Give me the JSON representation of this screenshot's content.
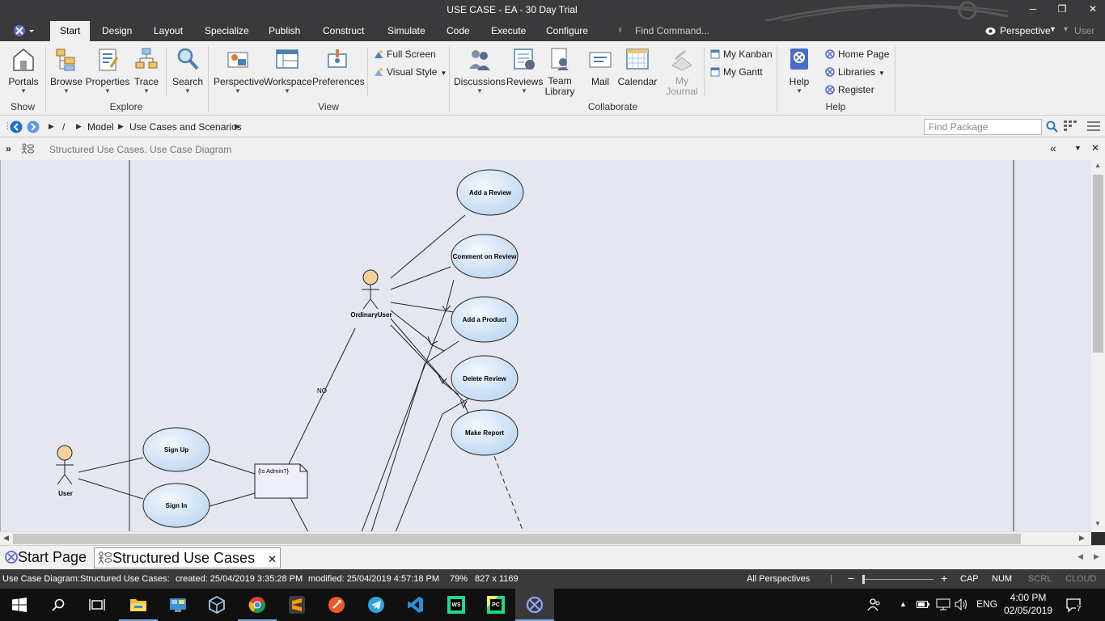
{
  "window": {
    "title": "USE CASE - EA - 30 Day Trial",
    "minimize": "─",
    "maximize": "❐",
    "close": "✕"
  },
  "ribbon_tabs": [
    "Start",
    "Design",
    "Layout",
    "Specialize",
    "Publish",
    "Construct",
    "Simulate",
    "Code",
    "Execute",
    "Configure"
  ],
  "find_command": "Find Command...",
  "perspective_label": "Perspective",
  "user_label": "User",
  "ribbon": {
    "show": {
      "portals": "Portals",
      "group": "Show"
    },
    "explore": {
      "browse": "Browse",
      "properties": "Properties",
      "trace": "Trace",
      "search": "Search",
      "group": "Explore"
    },
    "view": {
      "perspective": "Perspective",
      "workspace": "Workspace",
      "preferences": "Preferences",
      "full_screen": "Full Screen",
      "visual_style": "Visual Style",
      "group": "View"
    },
    "collaborate": {
      "discussions": "Discussions",
      "reviews": "Reviews",
      "team_library_1": "Team",
      "team_library_2": "Library",
      "mail": "Mail",
      "calendar": "Calendar",
      "my_journal_1": "My",
      "my_journal_2": "Journal",
      "my_kanban": "My Kanban",
      "my_gantt": "My Gantt",
      "group": "Collaborate"
    },
    "help": {
      "help": "Help",
      "home_page": "Home Page",
      "libraries": "Libraries",
      "register": "Register",
      "group": "Help"
    }
  },
  "navbar": {
    "root": "/",
    "crumbs": [
      "Model",
      "Use Cases and Scenarios"
    ],
    "find_package_placeholder": "Find Package"
  },
  "diagram_header": {
    "title": "Structured Use Cases.  Use Case Diagram"
  },
  "diagram": {
    "actors": [
      {
        "name": "OrdinaryUser"
      },
      {
        "name": "User"
      }
    ],
    "use_cases": [
      "Add a Review",
      "Comment on Review",
      "Add a Product",
      "Delete Review",
      "Make Report",
      "Sign Up",
      "Sign In"
    ],
    "note": "{Is Admin?}",
    "guard_label": "NO"
  },
  "doc_tabs": [
    "Start Page",
    "Structured Use Cases"
  ],
  "status": {
    "diagram_info": "Use Case Diagram:Structured Use Cases:",
    "created": "created: 25/04/2019 3:35:28 PM",
    "modified": "modified: 25/04/2019 4:57:18 PM",
    "zoom": "79%",
    "size": "827 x 1169",
    "perspectives": "All Perspectives",
    "cap": "CAP",
    "num": "NUM",
    "scrl": "SCRL",
    "cloud": "CLOUD"
  },
  "taskbar": {
    "language": "ENG",
    "time": "4:00 PM",
    "date": "02/05/2019",
    "notifications": "7"
  },
  "colors": {
    "accent": "#7aa7e0",
    "usecase_fill": "#d9e9fb",
    "actor_head": "#f5cf9e",
    "canvas": "#e4e7f0"
  }
}
